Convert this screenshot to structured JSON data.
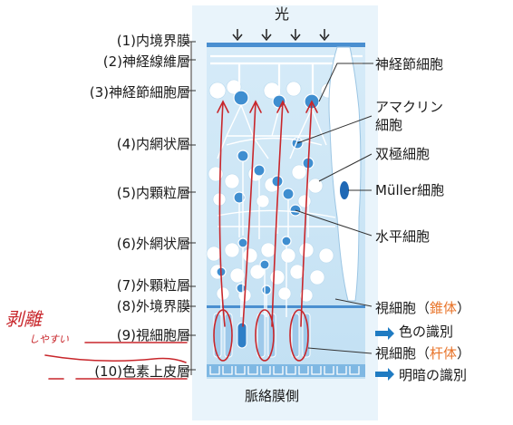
{
  "top": {
    "light": "光",
    "bottom": "脈絡膜側"
  },
  "layers": [
    {
      "num": "(1)",
      "name": "内境界膜"
    },
    {
      "num": "(2)",
      "name": "神経線維層"
    },
    {
      "num": "(3)",
      "name": "神経節細胞層"
    },
    {
      "num": "(4)",
      "name": "内網状層"
    },
    {
      "num": "(5)",
      "name": "内顆粒層"
    },
    {
      "num": "(6)",
      "name": "外網状層"
    },
    {
      "num": "(7)",
      "name": "外顆粒層"
    },
    {
      "num": "(8)",
      "name": "外境界膜"
    },
    {
      "num": "(9)",
      "name": "視細胞層"
    },
    {
      "num": "(10)",
      "name": "色素上皮層"
    }
  ],
  "cells": {
    "ganglion": "神経節細胞",
    "amacrine_1": "アマクリン",
    "amacrine_2": "細胞",
    "bipolar": "双極細胞",
    "muller": "Müller細胞",
    "horizontal": "水平細胞",
    "cone_prefix": "視細胞（",
    "cone_type": "錐体",
    "cone_suffix": "）",
    "cone_note": "色の識別",
    "rod_prefix": "視細胞（",
    "rod_type": "杆体",
    "rod_suffix": "）",
    "rod_note": "明暗の識別"
  },
  "annotations": {
    "detach_1": "剥離",
    "detach_2": "しやすい"
  },
  "colors": {
    "accent": "#e8742a",
    "blue": "#1f7bc2",
    "pen": "#c8262b"
  }
}
